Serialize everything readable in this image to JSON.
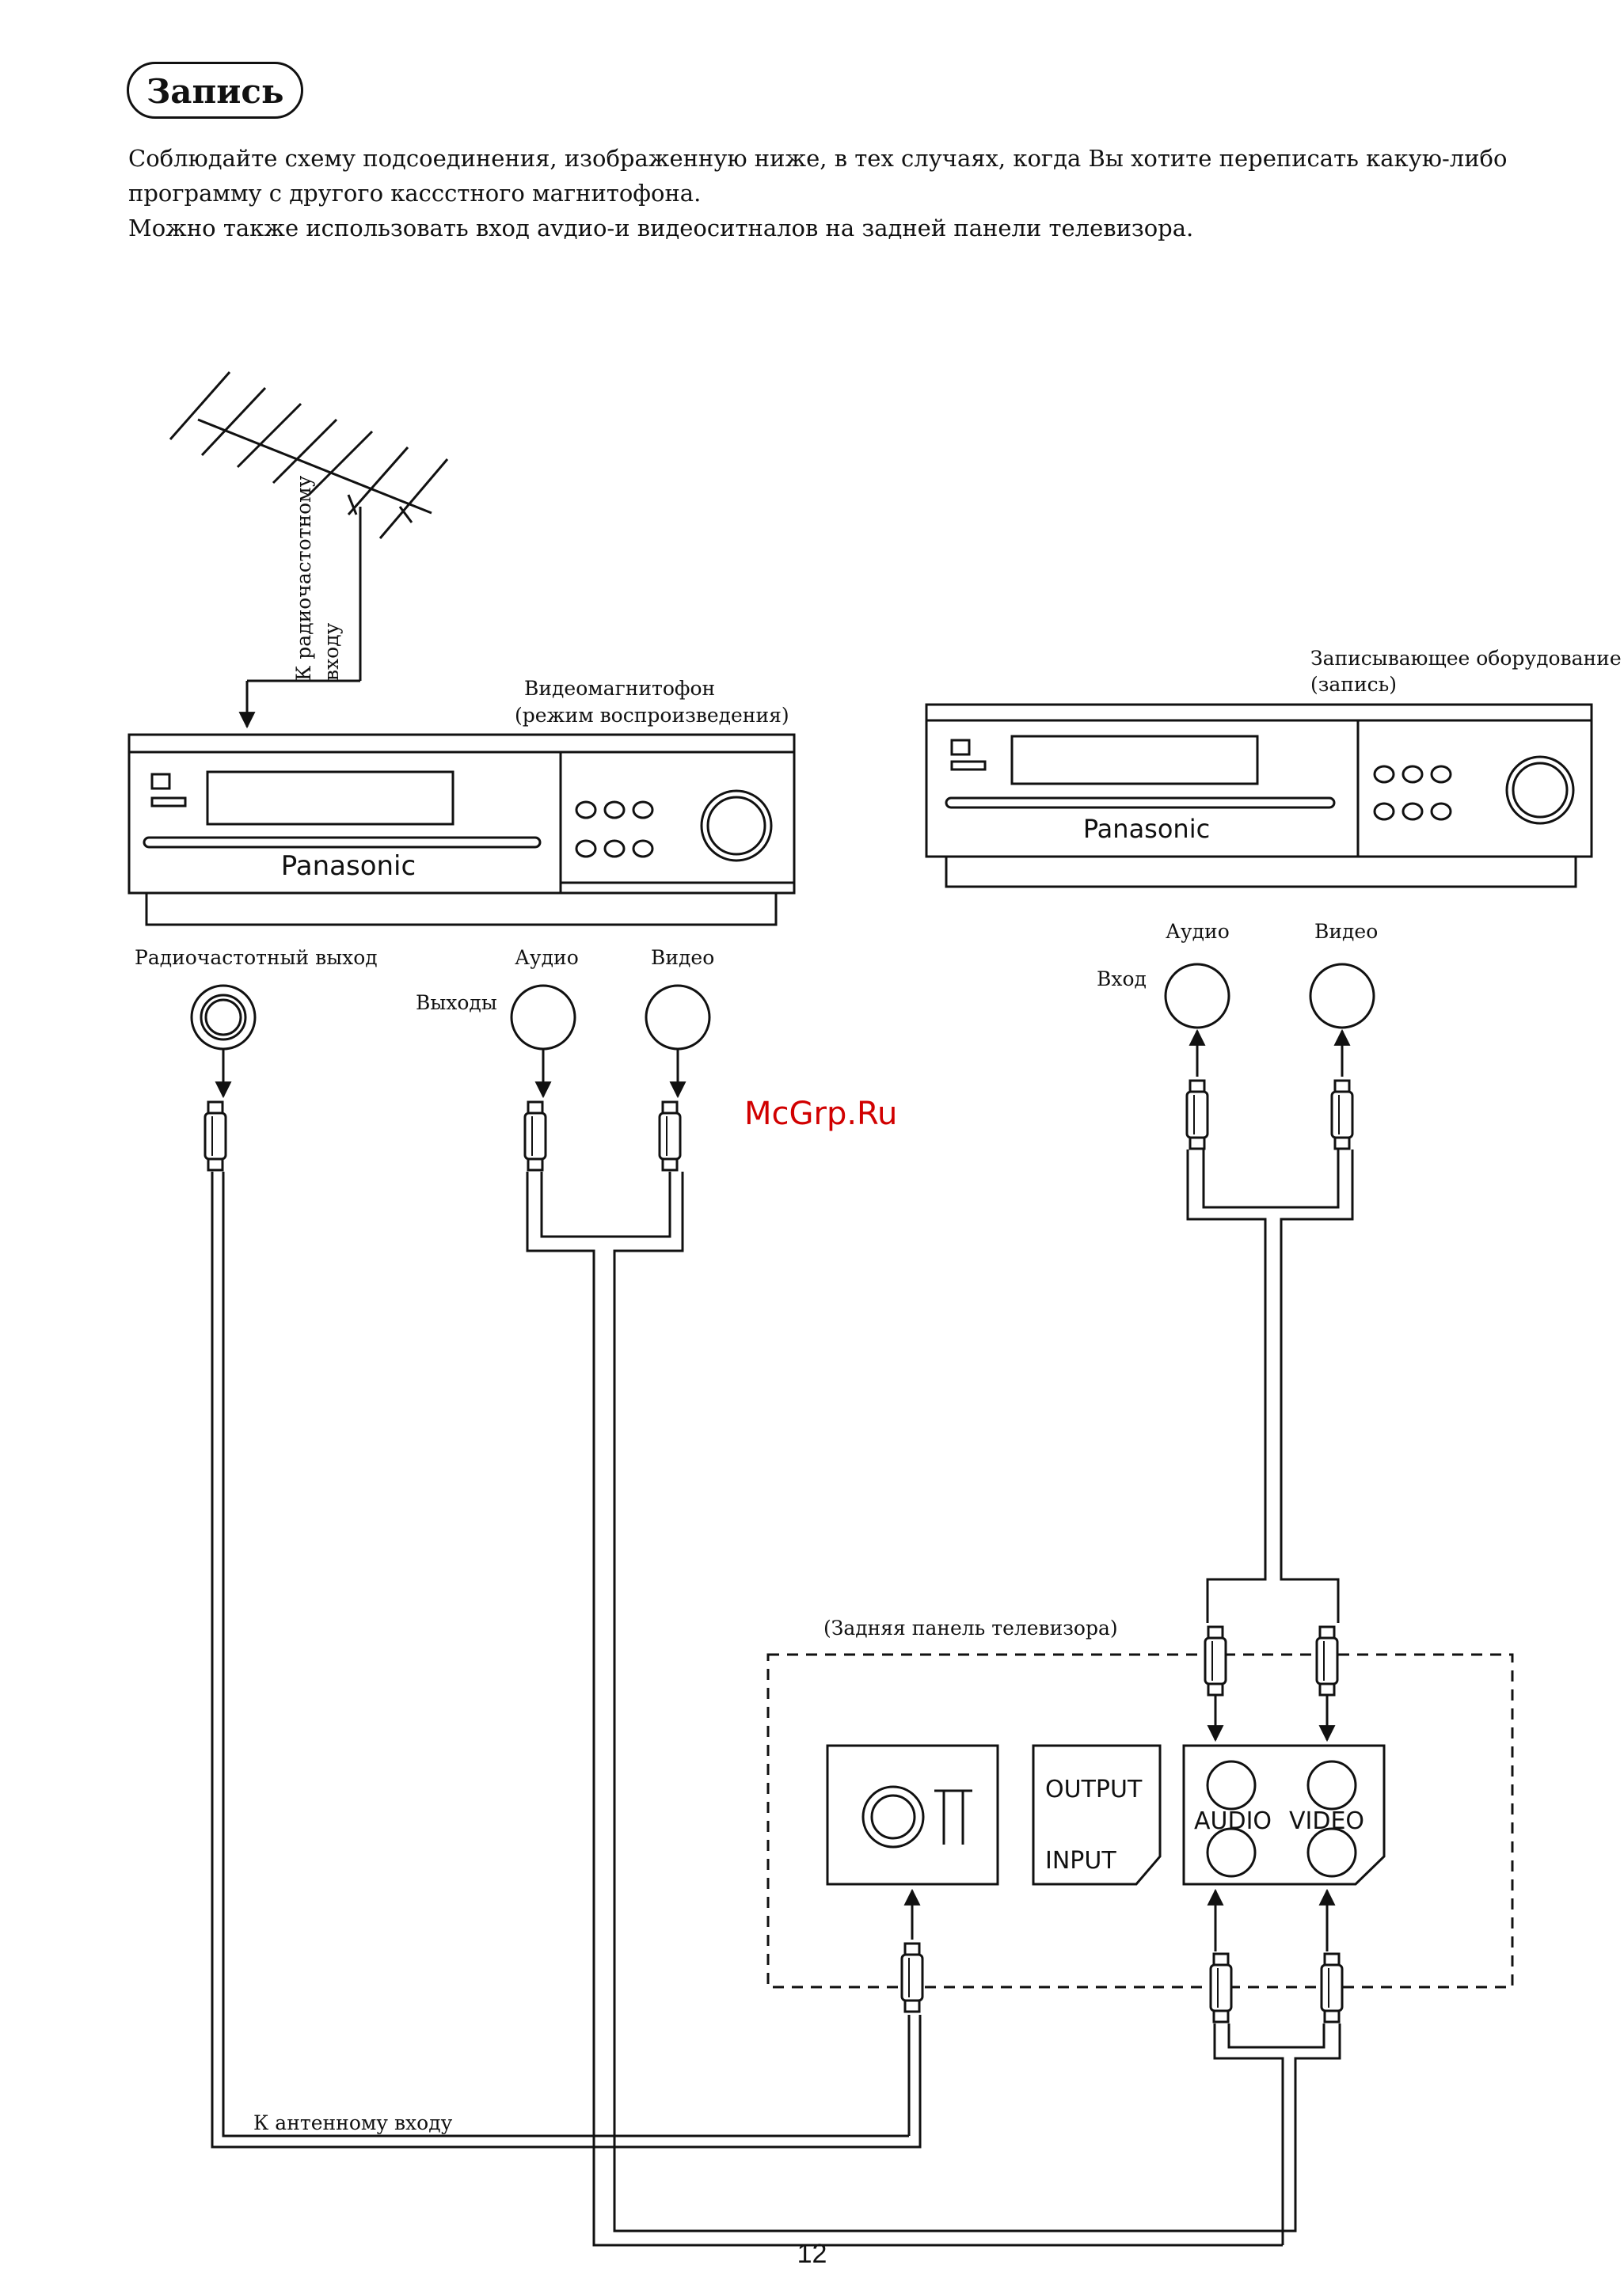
{
  "heading": "Запись",
  "intro": {
    "line1": "Соблюдайте схему подсоединения, изображенную ниже, в тех случаях, когда Вы хотите переписать какую-либо",
    "line2": "программу с другого кассстного магнитофона.",
    "line3": "Можно также использовать вход аvдио-и видеоситналов на задней панели телевизора."
  },
  "diagram": {
    "antenna_label_line1": "К радиочастотному",
    "antenna_label_line2": "входу",
    "player": {
      "title_line1": "Видеомагнитофон",
      "title_line2": "(режим воспроизведения)",
      "brand": "Panasonic",
      "rf_out_label": "Радиочастотный выход",
      "audio_label": "Аудио",
      "video_label": "Видео",
      "outputs_label": "Выходы"
    },
    "recorder": {
      "title_line1": "Записывающее оборудование",
      "title_line2": "(запись)",
      "brand": "Panasonic",
      "audio_label": "Аудио",
      "video_label": "Видео",
      "input_label": "Вход"
    },
    "tv_panel": {
      "label": "(Задняя панель телевизора)",
      "output": "OUTPUT",
      "input": "INPUT",
      "audio": "AUDIO",
      "video": "VIDEO"
    },
    "antenna_input_label": "К антенному входу"
  },
  "watermark": "McGrp.Ru",
  "page_number": "12"
}
